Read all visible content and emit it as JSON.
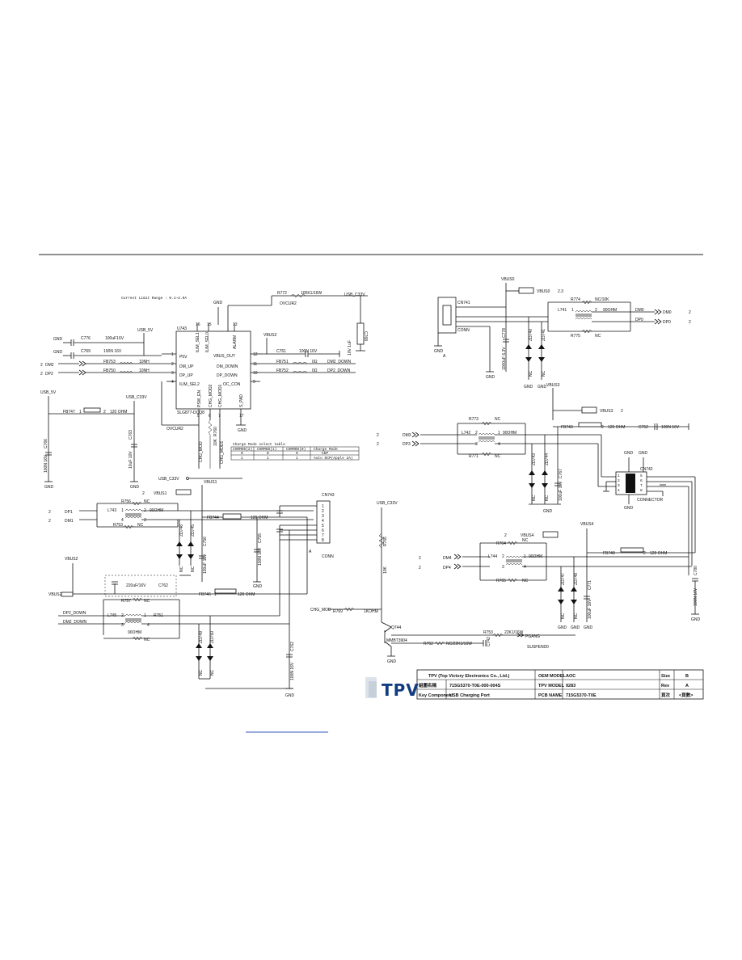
{
  "left": {
    "title": "Current Limit Range : 0.1~2.0A",
    "ic": {
      "ref": "U743",
      "part": "SLG877-DCQ8",
      "pins_left": [
        "P5V",
        "DM_UP",
        "DP_UP",
        "ILIM_SEL2",
        "PSW_EN",
        "CHG_MOD2",
        "CHG_MOD1"
      ],
      "pins_right": [
        "VBUS_OUT",
        "DM_DOWN",
        "DP_DOWN",
        "OC_CON"
      ],
      "pins_top": [
        "ILIM_SEL1",
        "ILIM_SEL0",
        "ALARM"
      ],
      "pin_right_bottom": "S_PAD",
      "pin_numbers": [
        "1",
        "2",
        "3",
        "4",
        "5",
        "6",
        "7",
        "8",
        "9",
        "10",
        "11",
        "12",
        "13",
        "14",
        "15",
        "16",
        "17"
      ]
    },
    "r772": "R772",
    "r772_val": "100K1/16W",
    "usb_c33v": "USB_C33V",
    "ovcur2": "OVCUR2",
    "gnd": "GND",
    "usb_5v": "USB_5V",
    "usb_c33v2": "USB_C33V",
    "vbus2": "VBUS2",
    "vbus1": "VBUS1",
    "c776": "C776",
    "c776_val": "100uF16V",
    "c769": "C769",
    "c769_val": "100N 16V",
    "c768": "C768",
    "c768_val": "10V 1uF",
    "fb753": "FB753",
    "fb750": "FB750",
    "fb_val": "10NH",
    "dm2": "DM2",
    "dp2": "DP2",
    "num2": "2",
    "c761": "C761",
    "c761_val": "100N 16V",
    "fb751": "FB751",
    "fb752": "FB752",
    "fb75x_val": "0Ω",
    "dm2_down": "DM2_DOWN",
    "dp2_down": "DP2_DOWN",
    "fb747": "FB747",
    "fb747_val": "120 OHM",
    "pin1": "1",
    "pin2": "2",
    "c766": "C766",
    "c766_val": "100N 16V",
    "c763": "C763",
    "c763_val": "10uF 10V",
    "r760": "R760",
    "r760_val": "10K",
    "chg_mod": "CHG_MOD",
    "chg_mod1": "CHG_MOD1",
    "charge_table": {
      "title": "Charge Mode select table",
      "headers": [
        "CHRMOD(2)",
        "CHRMOD(1)",
        "CHRMOD(0)",
        "Charge Mode"
      ],
      "rows": [
        [
          "0",
          "0",
          "0",
          "CDP"
        ],
        [
          "1",
          "1",
          "1",
          "Auto DCP(Apple 2A)"
        ]
      ]
    },
    "usb_c33v_low": "USB_C33V",
    "r756": "R756",
    "nc": "NC",
    "l743": "L743",
    "l743_val": "90OHM",
    "dp1": "DP1",
    "dm1": "DM1",
    "r753": "R753",
    "zd746": "ZD746",
    "zd745": "ZD745",
    "c756": "C756",
    "c756_val": "100uF 16V",
    "fb744": "FB744",
    "fb744_val": "120 OHM",
    "c755": "C755",
    "c755_val": "100N 16V",
    "cn743": "CN743",
    "conn": "CONN",
    "cn_pins": [
      "1",
      "2",
      "3",
      "4",
      "5",
      "6",
      "7",
      "8"
    ],
    "cn_a": "A",
    "vbus2_b": "VBUS2",
    "c762": "C762",
    "c762_val": "220uF/16V",
    "fb746": "FB746",
    "fb746_val": "120 OHM",
    "r757": "R757",
    "l745": "L745",
    "r751": "R751",
    "l745_val": "90OHM",
    "dp2_down_b": "DP2_DOWN",
    "dm2_down_b": "DM2_DOWN",
    "pin3": "3",
    "pin4": "4",
    "zd749": "ZD749",
    "zd750": "ZD750",
    "c762b": "C762",
    "c762b_val": "100N 16V"
  },
  "right": {
    "vbus0": "VBUS0",
    "vbus0_b": "VBUS0",
    "vbus0_num": "2.3",
    "cn741": "CN741",
    "cn741_conn": "CONN",
    "cn_a": "A",
    "l741": "L741",
    "l741_val": "90OHM",
    "r774": "R774",
    "r774_val": "NC/10K",
    "r775": "R775",
    "dm0": "DM0",
    "dp0": "DP0",
    "num2": "2",
    "pin1": "1",
    "pin2": "2",
    "pin3": "3",
    "pin4": "4",
    "c778": "C778",
    "c778_val": "1000uF 6.3V",
    "zd740": "ZD740",
    "zd741": "ZD741",
    "nc": "NC",
    "gnd": "GND",
    "vbus3": "VBUS3",
    "vbus3_b": "VBUS3",
    "fb743": "FB743",
    "fb743_val": "120 OHM",
    "c752": "C752",
    "c752_val": "100N 16V",
    "r773": "R773",
    "l742": "L742",
    "l742_val": "90OHM",
    "r771": "R771",
    "dm3": "DM3",
    "dp3": "DP3",
    "zd743": "ZD743",
    "zd744": "ZD744",
    "c767": "C767",
    "c767_val": "100uF 10V",
    "cn742": "CN742",
    "connector": "CONNECTOR",
    "cn742_pins": [
      "1",
      "2",
      "3",
      "4",
      "5",
      "6",
      "7",
      "8"
    ],
    "usb_c33v": "USB_C33V",
    "r766": "R766",
    "r766_val": "10K",
    "vbus4": "VBUS4",
    "vbus4_b": "VBUS4",
    "r764": "R764",
    "l744": "L744",
    "l744_val": "90OHM",
    "r765": "R765",
    "dm4": "DM4",
    "dp4": "DP4",
    "zd747": "ZD747",
    "zd748": "ZD748",
    "c771": "C771",
    "c771_val": "100uF 16V",
    "fb748": "FB748",
    "fb748_val": "120 OHM",
    "c780": "C780",
    "c780_val": "100N 16V",
    "chg_mod": "CHG_MOD",
    "r769": "R769",
    "r769_val": "1KOHM",
    "q744": "Q744",
    "q_part": "MMBT3904",
    "r753b": "R753",
    "r753b_val": "22K1/16W",
    "pgang": "PGANG",
    "r762": "R762",
    "r762_val": "NC/22K1/16W",
    "c742": "C742",
    "suspend": "SUSPEND",
    "suspend_val": "0"
  },
  "titleblock": {
    "company": "TPV (Top Victory Electronics Co., Ltd.)",
    "oem_model_label": "OEM MODEL",
    "oem_model": "AOC",
    "size_label": "Size",
    "size": "B",
    "row2_label": "組圖名稱",
    "row2_value": "715G5370-T0E-000-004S",
    "tpv_model_label": "TPV MODEL",
    "tpv_model": "9283",
    "rev_label": "Rev",
    "rev": "A",
    "key_component_label": "Key Component",
    "key_component": "USB Charging Port",
    "pcb_name_label": "PCB NAME",
    "pcb_name": "715G5370-T0E",
    "sheet_label": "頁次",
    "sheet": "<頁數>",
    "logo": "TPV"
  }
}
